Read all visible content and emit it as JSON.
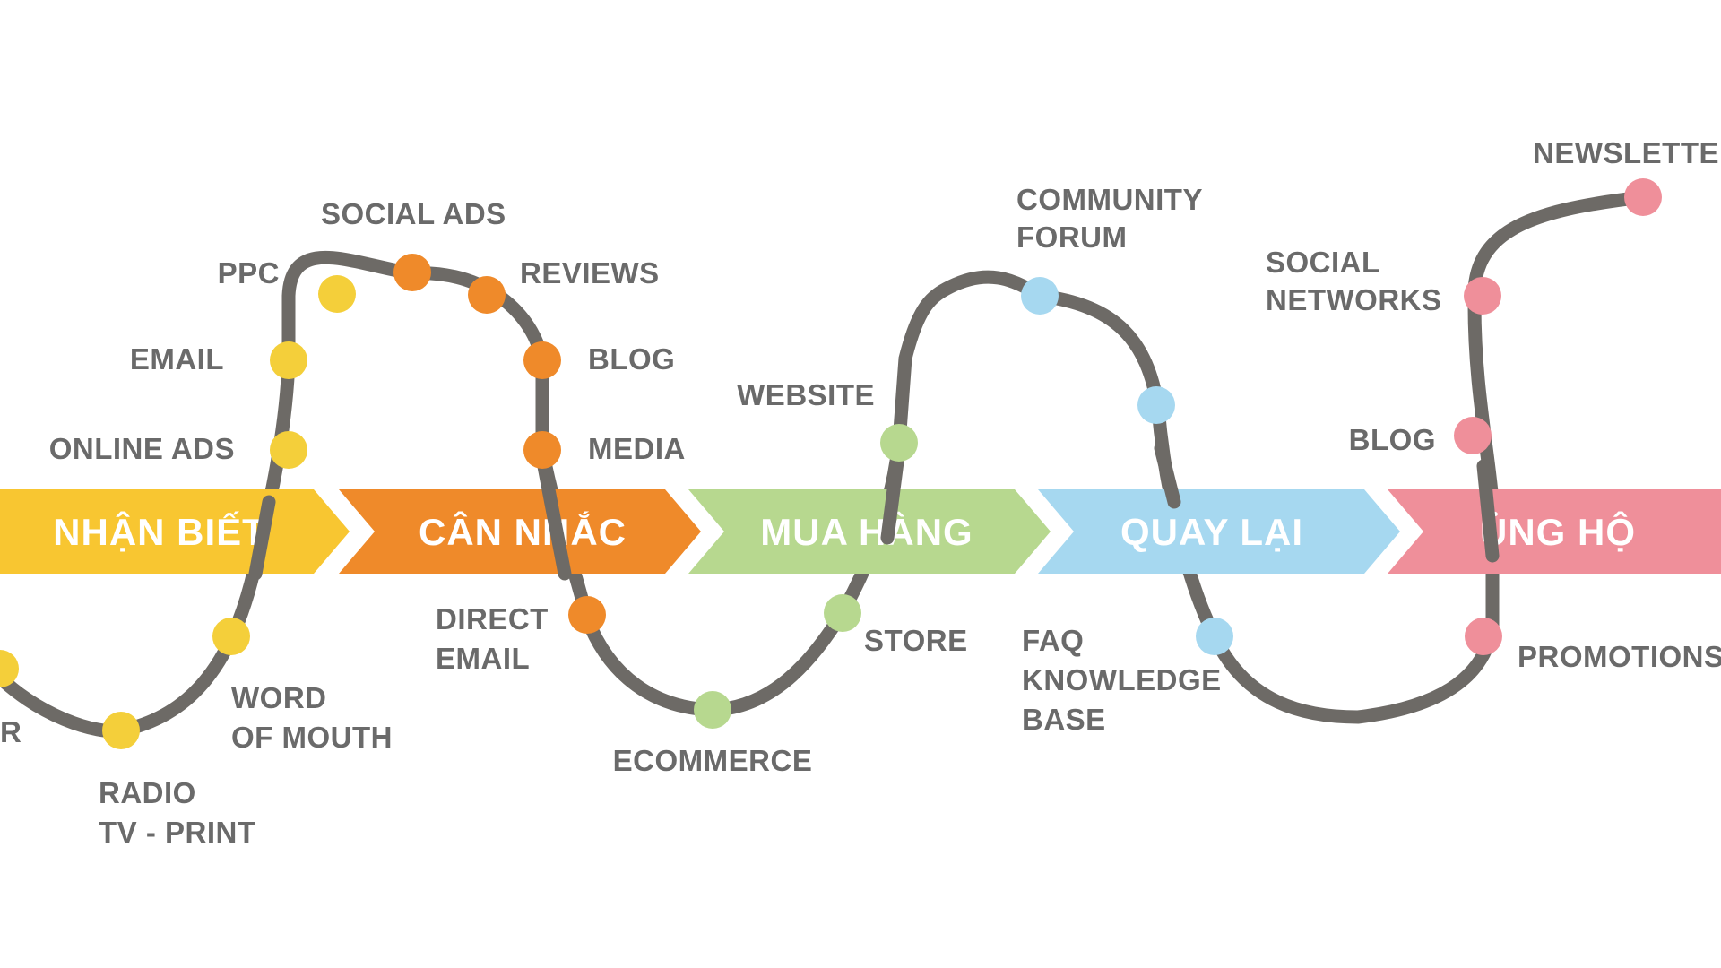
{
  "stages": [
    {
      "label": "NHẬN BIẾT",
      "color": "#f8c631"
    },
    {
      "label": "CÂN NHẮC",
      "color": "#ef8a2a"
    },
    {
      "label": "MUA HÀNG",
      "color": "#b7d88f"
    },
    {
      "label": "QUAY LẠI",
      "color": "#a6d8f0"
    },
    {
      "label": "ỦNG HỘ",
      "color": "#ef8f9a"
    }
  ],
  "colors": {
    "path": "#6d6a66",
    "awareness_node": "#f4cf3a",
    "consideration_node": "#ef8a2a",
    "purchase_node": "#b7d88f",
    "return_node": "#a6d8f0",
    "advocacy_node": "#ef8f9a",
    "label": "#6a6a6a"
  },
  "touchpoints": [
    {
      "id": "online-ads",
      "lines": [
        "ONLINE ADS"
      ],
      "stage": "awareness"
    },
    {
      "id": "email",
      "lines": [
        "EMAIL"
      ],
      "stage": "awareness"
    },
    {
      "id": "ppc",
      "lines": [
        "PPC"
      ],
      "stage": "awareness"
    },
    {
      "id": "social-ads",
      "lines": [
        "SOCIAL ADS"
      ],
      "stage": "consideration"
    },
    {
      "id": "reviews",
      "lines": [
        "REVIEWS"
      ],
      "stage": "consideration"
    },
    {
      "id": "blog-1",
      "lines": [
        "BLOG"
      ],
      "stage": "consideration"
    },
    {
      "id": "media",
      "lines": [
        "MEDIA"
      ],
      "stage": "consideration"
    },
    {
      "id": "radio-tv-print",
      "lines": [
        "RADIO",
        "TV - PRINT"
      ],
      "stage": "awareness"
    },
    {
      "id": "word-of-mouth",
      "lines": [
        "WORD",
        "OF MOUTH"
      ],
      "stage": "awareness"
    },
    {
      "id": "outdoor",
      "lines": [
        "R"
      ],
      "stage": "awareness"
    },
    {
      "id": "direct-email",
      "lines": [
        "DIRECT",
        "EMAIL"
      ],
      "stage": "consideration"
    },
    {
      "id": "ecommerce",
      "lines": [
        "ECOMMERCE"
      ],
      "stage": "purchase"
    },
    {
      "id": "store",
      "lines": [
        "STORE"
      ],
      "stage": "purchase"
    },
    {
      "id": "website",
      "lines": [
        "WEBSITE"
      ],
      "stage": "purchase"
    },
    {
      "id": "community-forum",
      "lines": [
        "COMMUNITY",
        "FORUM"
      ],
      "stage": "return"
    },
    {
      "id": "return-dot",
      "lines": [],
      "stage": "return"
    },
    {
      "id": "faq-knowledge-base",
      "lines": [
        "FAQ",
        "KNOWLEDGE",
        "BASE"
      ],
      "stage": "return"
    },
    {
      "id": "promotions",
      "lines": [
        "PROMOTIONS"
      ],
      "stage": "advocacy"
    },
    {
      "id": "blog-2",
      "lines": [
        "BLOG"
      ],
      "stage": "advocacy"
    },
    {
      "id": "social-networks",
      "lines": [
        "SOCIAL",
        "NETWORKS"
      ],
      "stage": "advocacy"
    },
    {
      "id": "newsletter",
      "lines": [
        "NEWSLETTER"
      ],
      "stage": "advocacy"
    }
  ]
}
